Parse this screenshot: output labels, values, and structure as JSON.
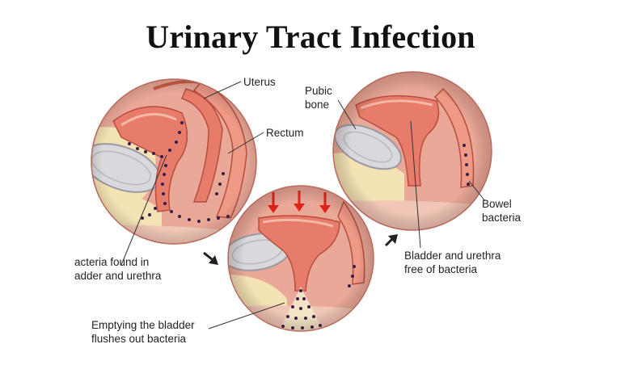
{
  "title": "Urinary Tract Infection",
  "labels": {
    "uterus": "Uterus",
    "pubic_bone_line1": "Pubic",
    "pubic_bone_line2": "bone",
    "rectum": "Rectum",
    "bowel_bacteria_line1": "Bowel",
    "bowel_bacteria_line2": "bacteria",
    "bacteria_found_line1": "acteria found in",
    "bacteria_found_line2": "adder and urethra",
    "free_line1": "Bladder and urethra",
    "free_line2": "free of bacteria",
    "emptying_line1": "Emptying the bladder",
    "emptying_line2": "flushes out bacteria"
  },
  "colors": {
    "tissue": "#e8a89a",
    "muscle": "#e87e6c",
    "fat": "#f3e3b6",
    "bone": "#d9d9dc",
    "bacteria": "#3a1e4a",
    "arrow_red": "#e0241b"
  }
}
